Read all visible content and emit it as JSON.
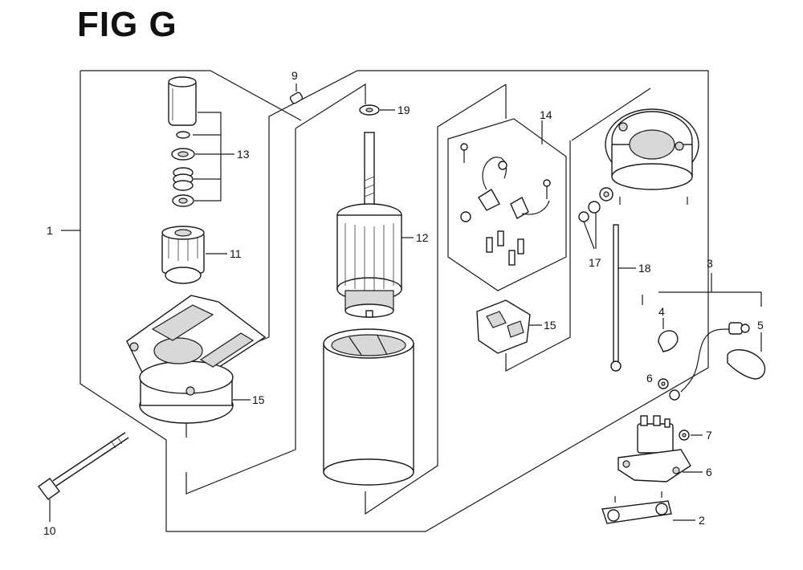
{
  "figure": {
    "title": "FIG G"
  },
  "labels": {
    "p1": "1",
    "p2": "2",
    "p3": "3",
    "p4": "4",
    "p5": "5",
    "p6a": "6",
    "p6b": "6",
    "p7": "7",
    "p9": "9",
    "p10": "10",
    "p11": "11",
    "p12": "12",
    "p13": "13",
    "p14": "14",
    "p15a": "15",
    "p15b": "15",
    "p17": "17",
    "p18": "18",
    "p19": "19"
  }
}
